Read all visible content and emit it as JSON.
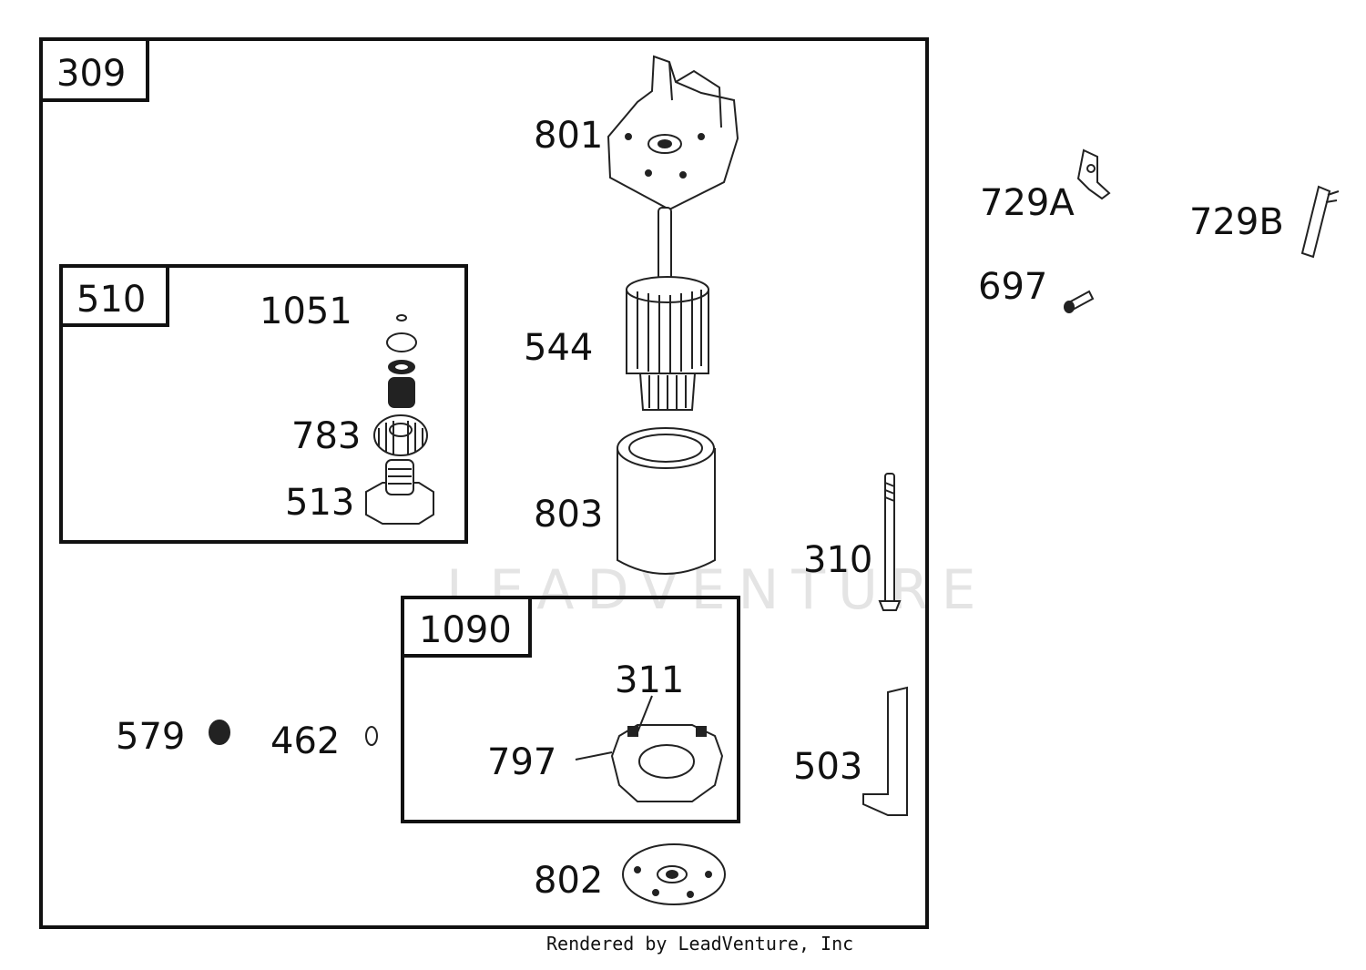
{
  "callouts": {
    "assembly": "309",
    "drive_kit": "510",
    "brush_kit": "1090",
    "part_801": "801",
    "part_544": "544",
    "part_803": "803",
    "part_1051": "1051",
    "part_783": "783",
    "part_513": "513",
    "part_729a": "729A",
    "part_729b": "729B",
    "part_697": "697",
    "part_310": "310",
    "part_311": "311",
    "part_797": "797",
    "part_579": "579",
    "part_462": "462",
    "part_503": "503",
    "part_802": "802"
  },
  "watermark": "LEADVENTURE",
  "footer": {
    "credit": "Rendered by LeadVenture, Inc"
  }
}
